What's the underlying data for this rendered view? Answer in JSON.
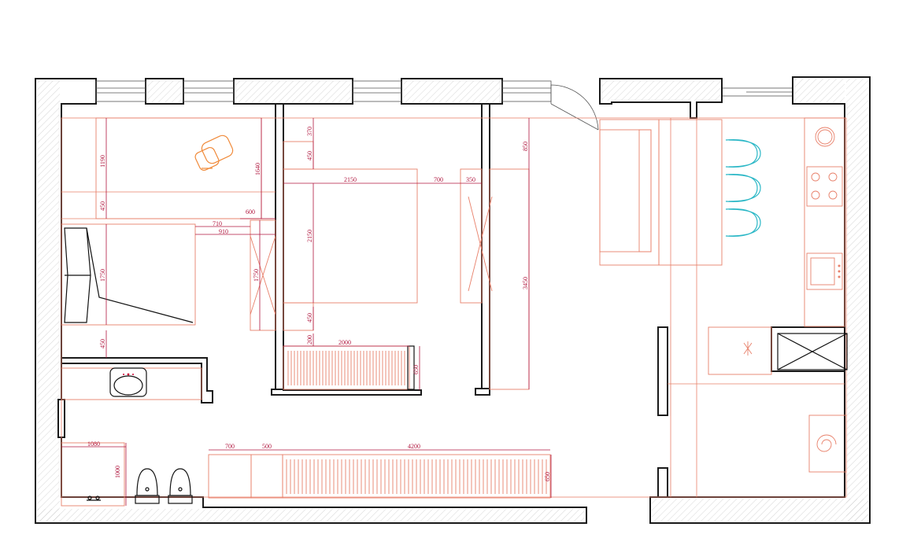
{
  "plan": {
    "dimensions": {
      "d1190": "1190",
      "d450a": "450",
      "d1750a": "1750",
      "d450b": "450",
      "d710": "710",
      "d910": "910",
      "d600": "600",
      "d1640": "1640",
      "d1750b": "1750",
      "d370": "370",
      "d450c": "450",
      "d2150a": "2150",
      "d700a": "700",
      "d350": "350",
      "d2150b": "2150",
      "d450d": "450",
      "d200": "200",
      "d2000": "2000",
      "d650a": "650",
      "d850": "850",
      "d3450": "3450",
      "d1080": "1080",
      "d1000": "1000",
      "d700b": "700",
      "d500": "500",
      "d4200": "4200",
      "d650b": "650"
    },
    "colors": {
      "wall": "#1a1a1a",
      "furniture": "#e8806a",
      "dimension": "#b0173f",
      "bar_stools": "#2ab7c6"
    }
  }
}
